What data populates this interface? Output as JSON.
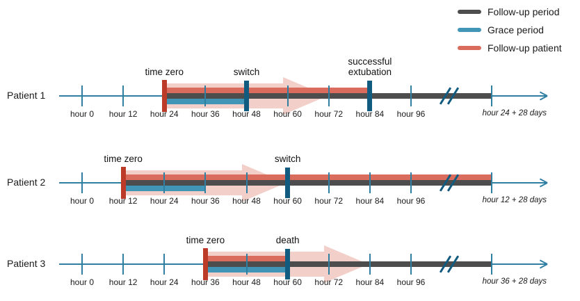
{
  "legend": {
    "items": [
      {
        "label": "Follow-up period",
        "color": "#4D4D4D"
      },
      {
        "label": "Grace period",
        "color": "#4196B8"
      },
      {
        "label": "Follow-up patient",
        "color": "#D96C5C"
      }
    ]
  },
  "chart_data": {
    "type": "timeline",
    "x_unit": "hours",
    "x_axis": {
      "tick_hours": [
        0,
        12,
        24,
        36,
        48,
        60,
        72,
        84,
        96
      ],
      "tick_labels": [
        "hour 0",
        "hour 12",
        "hour 24",
        "hour 36",
        "hour 48",
        "hour 60",
        "hour 72",
        "hour 84",
        "hour 96"
      ]
    },
    "colors": {
      "follow_up_period": "#4D4D4D",
      "grace_period": "#4196B8",
      "follow_up_patient": "#D96C5C",
      "time_zero_marker": "#BC3A28",
      "event_marker": "#125B80",
      "axis": "#2F7FA3",
      "arrow_fill": "rgba(217,106,90,0.32)",
      "text": "#1A1A1A"
    },
    "patients": [
      {
        "label": "Patient 1",
        "time_zero": {
          "label": "time zero",
          "hour": 24
        },
        "grace_period_hours": [
          24,
          48
        ],
        "follow_up_patient_hours": [
          24,
          84
        ],
        "follow_up_period_start_hour": 24,
        "events": [
          {
            "label_lines": [
              "switch"
            ],
            "hour": 48
          },
          {
            "label_lines": [
              "successful",
              "extubation"
            ],
            "hour": 84
          }
        ],
        "arrow_hours": [
          24,
          72
        ],
        "end_tick_label": "hour 24 + 28 days"
      },
      {
        "label": "Patient 2",
        "time_zero": {
          "label": "time zero",
          "hour": 12
        },
        "grace_period_hours": [
          12,
          36
        ],
        "follow_up_patient_hours": [
          12,
          null
        ],
        "follow_up_period_start_hour": 12,
        "events": [
          {
            "label_lines": [
              "switch"
            ],
            "hour": 60
          }
        ],
        "arrow_hours": [
          12,
          60
        ],
        "end_tick_label": "hour 12 + 28 days"
      },
      {
        "label": "Patient 3",
        "time_zero": {
          "label": "time zero",
          "hour": 36
        },
        "grace_period_hours": [
          36,
          60
        ],
        "follow_up_patient_hours": [
          36,
          60
        ],
        "follow_up_period_start_hour": 36,
        "events": [
          {
            "label_lines": [
              "death"
            ],
            "hour": 60
          }
        ],
        "arrow_hours": [
          36,
          84
        ],
        "end_tick_label": "hour 36 + 28 days"
      }
    ]
  }
}
